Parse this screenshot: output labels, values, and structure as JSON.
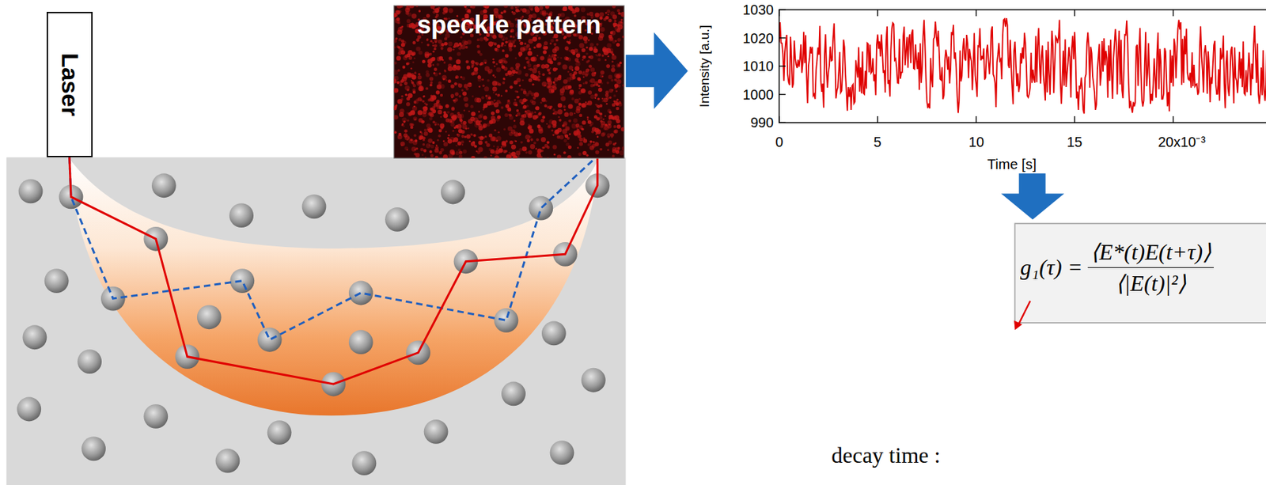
{
  "diagram": {
    "nodes": [
      {
        "text": [
          "Laser"
        ]
      },
      {
        "text": [
          "speckle pattern"
        ]
      },
      {
        "text": [
          "g₁(τ) =",
          "⟨E*(t)E(t+τ)⟩",
          "⟨|E(t)|²⟩"
        ]
      }
    ],
    "labels": [
      "1030",
      "1020",
      "1010",
      "1000",
      "990",
      "0",
      "5",
      "10",
      "15",
      "20x10⁻³",
      "Intensity [a.u.]",
      "Time [s]",
      "decay time :"
    ]
  }
}
